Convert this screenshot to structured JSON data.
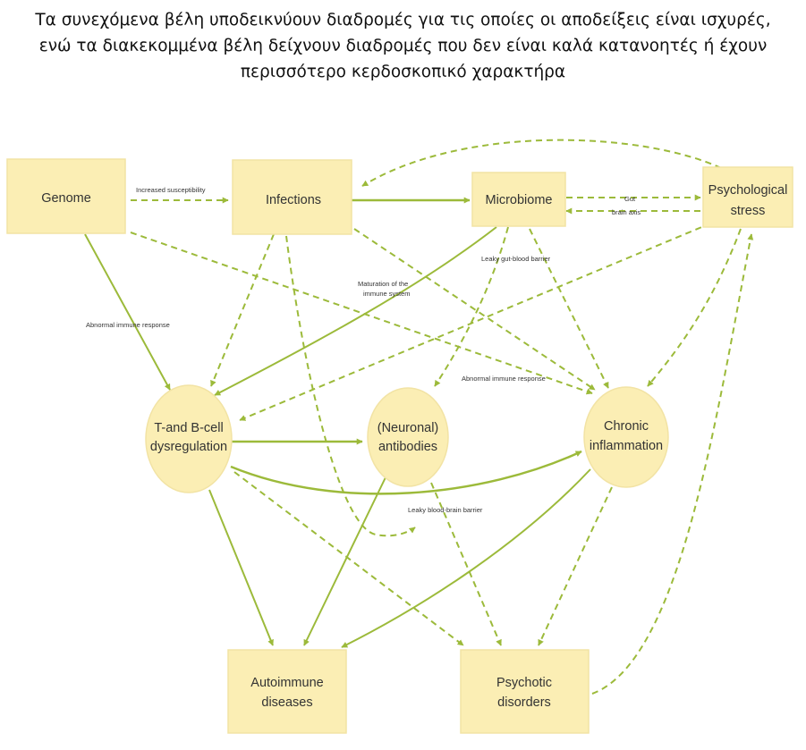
{
  "caption": "Τα συνεχόμενα βέλη υποδεικνύουν διαδρομές για τις οποίες οι αποδείξεις είναι ισχυρές, ενώ τα διακεκομμένα βέλη δείχνουν διαδρομές που δεν είναι καλά κατανοητές ή έχουν περισσότερο κερδοσκοπικό χαρακτήρα",
  "colors": {
    "node_fill": "#fbeeb4",
    "node_stroke": "#f2e3a4",
    "arrow": "#9cba3a"
  },
  "nodes": {
    "genome": {
      "lines": [
        "Genome"
      ]
    },
    "infections": {
      "lines": [
        "Infections"
      ]
    },
    "microbiome": {
      "lines": [
        "Microbiome"
      ]
    },
    "stress": {
      "lines": [
        "Psychological",
        "stress"
      ]
    },
    "tcell": {
      "lines": [
        "T-and B-cell",
        "dysregulation"
      ]
    },
    "antibodies": {
      "lines": [
        "(Neuronal)",
        "antibodies"
      ]
    },
    "inflammation": {
      "lines": [
        "Chronic",
        "inflammation"
      ]
    },
    "autoimmune": {
      "lines": [
        "Autoimmune",
        "diseases"
      ]
    },
    "psychotic": {
      "lines": [
        "Psychotic",
        "disorders"
      ]
    }
  },
  "edge_labels": {
    "increased_susceptibility": "Increased susceptibility",
    "gut": "Gut",
    "brain_axis": "brain axis",
    "leaky_gut": "Leaky gut-blood barrier",
    "maturation_1": "Maturation of the",
    "maturation_2": "immune system",
    "abnormal_1": "Abnormal immune response",
    "abnormal_2": "Abnormal immune response",
    "leaky_bbb": "Leaky blood-brain barrier"
  }
}
